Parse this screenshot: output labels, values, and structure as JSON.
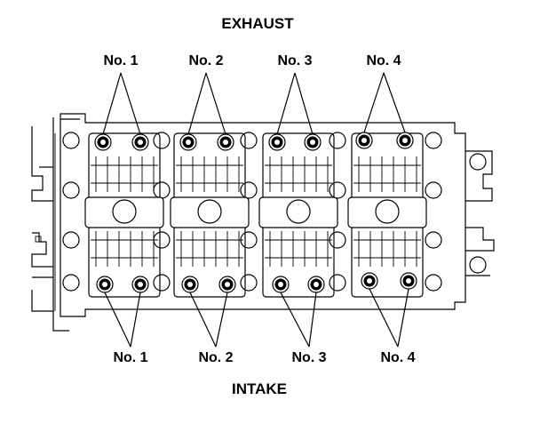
{
  "labels": {
    "exhaust": "EXHAUST",
    "intake": "INTAKE"
  },
  "exhaust_bolts": [
    {
      "label": "No. 1"
    },
    {
      "label": "No. 2"
    },
    {
      "label": "No. 3"
    },
    {
      "label": "No. 4"
    }
  ],
  "intake_bolts": [
    {
      "label": "No. 1"
    },
    {
      "label": "No. 2"
    },
    {
      "label": "No. 3"
    },
    {
      "label": "No. 4"
    }
  ]
}
